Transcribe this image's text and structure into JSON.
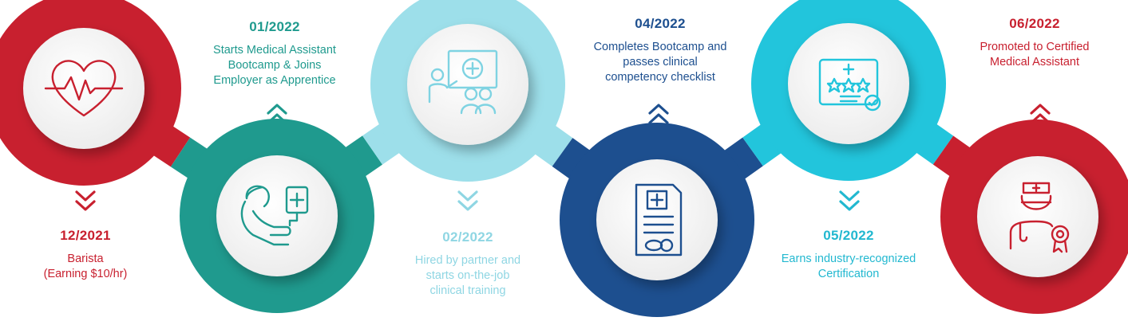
{
  "colors": {
    "red": "#c8202f",
    "teal": "#1f9a8e",
    "light_blue": "#9ddfea",
    "navy": "#1d4f8f",
    "cyan": "#22c5dc",
    "white": "#f4f4f4"
  },
  "milestones": [
    {
      "date": "12/2021",
      "lines": [
        "Barista",
        "(Earning $10/hr)"
      ],
      "icon": "heart-pulse-icon",
      "color": "#c8202f",
      "text_color": "#c8202f",
      "desc_color": "#c8202f"
    },
    {
      "date": "01/2022",
      "lines": [
        "Starts Medical Assistant",
        "Bootcamp & Joins",
        "Employer as Apprentice"
      ],
      "icon": "patient-iv-icon",
      "color": "#1f9a8e",
      "text_color": "#1f9a8e",
      "desc_color": "#1f9a8e"
    },
    {
      "date": "02/2022",
      "lines": [
        "Hired by partner and",
        "starts on-the-job",
        "clinical training"
      ],
      "icon": "presentation-training-icon",
      "color": "#9ddfea",
      "text_color": "#8fd6e3",
      "desc_color": "#8fd6e3"
    },
    {
      "date": "04/2022",
      "lines": [
        "Completes Bootcamp and",
        "passes clinical",
        "competency checklist"
      ],
      "icon": "medical-report-icon",
      "color": "#1d4f8f",
      "text_color": "#1d4f8f",
      "desc_color": "#1d4f8f"
    },
    {
      "date": "05/2022",
      "lines": [
        "Earns industry-recognized",
        "Certification"
      ],
      "icon": "certificate-icon",
      "color": "#22c5dc",
      "text_color": "#22b8d0",
      "desc_color": "#22b8d0"
    },
    {
      "date": "06/2022",
      "lines": [
        "Promoted to Certified",
        "Medical Assistant"
      ],
      "icon": "certified-nurse-icon",
      "color": "#c8202f",
      "text_color": "#c8202f",
      "desc_color": "#c8202f"
    }
  ]
}
